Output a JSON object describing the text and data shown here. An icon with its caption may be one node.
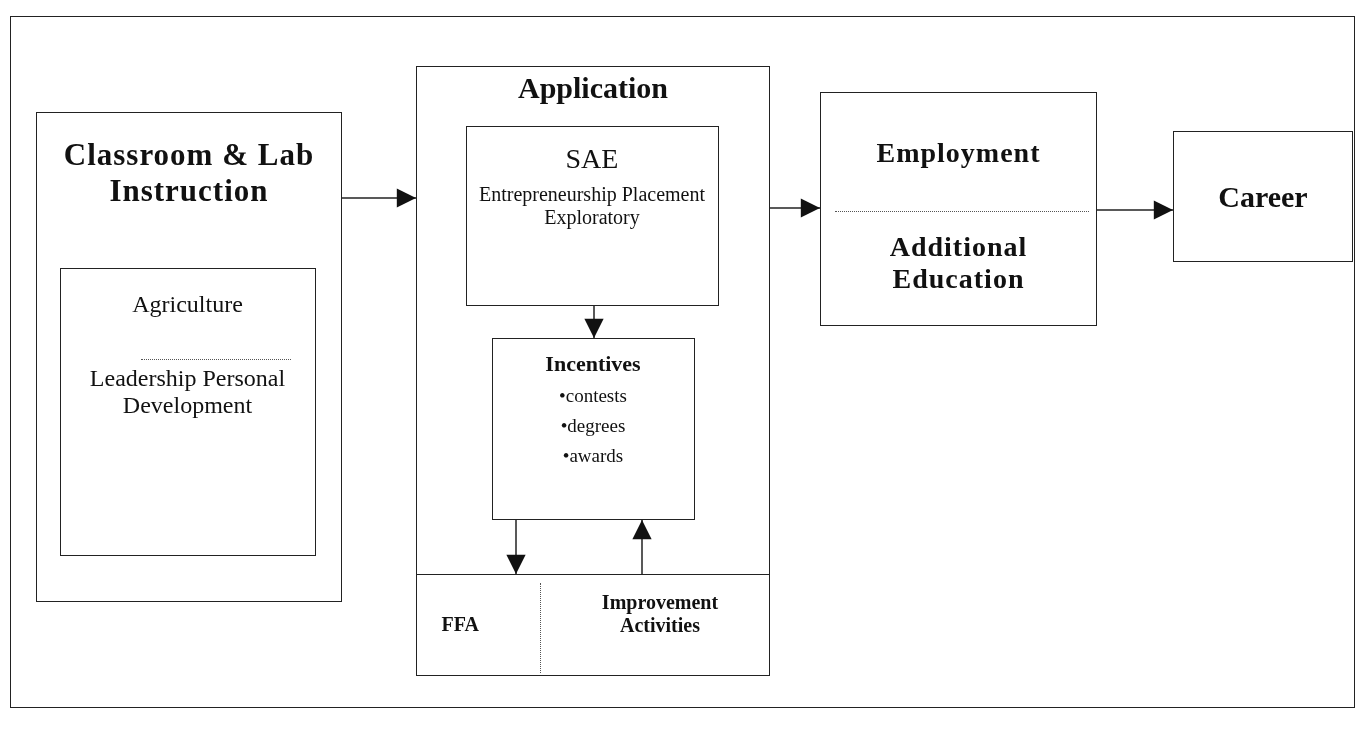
{
  "diagram": {
    "nodes": [
      {
        "text": [
          "Classroom & Lab Instruction"
        ]
      },
      {
        "text": [
          "Agriculture",
          "Leadership Personal Development"
        ],
        "in": 0
      },
      {
        "text": [
          "Application"
        ]
      },
      {
        "text": [
          "SAE",
          "Entrepreneurship Placement Exploratory"
        ],
        "in": 2
      },
      {
        "text": [
          "Incentives",
          "•contests",
          "•degrees",
          "•awards"
        ],
        "in": 2
      },
      {
        "text": [
          "FFA"
        ],
        "in": 2
      },
      {
        "text": [
          "Improvement Activities"
        ],
        "in": 2
      },
      {
        "text": [
          "Employment",
          "Additional Education"
        ]
      },
      {
        "text": [
          "Career"
        ]
      }
    ],
    "edges": [
      {
        "from": 0,
        "to": 2,
        "arrow": "to"
      },
      {
        "from": 3,
        "to": 4,
        "arrow": "to"
      },
      {
        "from": 4,
        "to": 5,
        "arrow": "to"
      },
      {
        "from": 6,
        "to": 4,
        "arrow": "to"
      },
      {
        "from": 2,
        "to": 7,
        "arrow": "to"
      },
      {
        "from": 7,
        "to": 8,
        "arrow": "to"
      }
    ]
  }
}
